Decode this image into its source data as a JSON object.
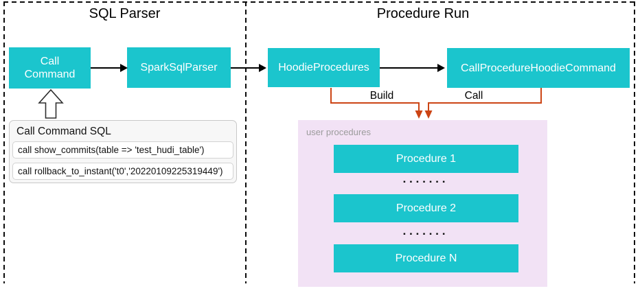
{
  "diagram": {
    "left_panel_title": "SQL Parser",
    "right_panel_title": "Procedure Run",
    "nodes": {
      "call_command": "Call Command",
      "spark_sql_parser": "SparkSqlParser",
      "hoodie_procedures": "HoodieProcedures",
      "call_procedure_hoodie_command": "CallProcedureHoodieCommand"
    },
    "edges": {
      "build_label": "Build",
      "call_label": "Call"
    },
    "sql_panel": {
      "header": "Call Command SQL",
      "rows": [
        "call show_commits(table => 'test_hudi_table')",
        "call rollback_to_instant('t0','20220109225319449')"
      ]
    },
    "user_procedures": {
      "label": "user procedures",
      "items": [
        "Procedure 1",
        "Procedure 2",
        "Procedure N"
      ],
      "dots": "▪▪▪▪▪▪▪"
    },
    "colors": {
      "node_fill": "#1BC5CD",
      "container_fill": "#F2E2F5",
      "flow_arrow": "#CC4414",
      "black_arrow": "#000000"
    }
  }
}
